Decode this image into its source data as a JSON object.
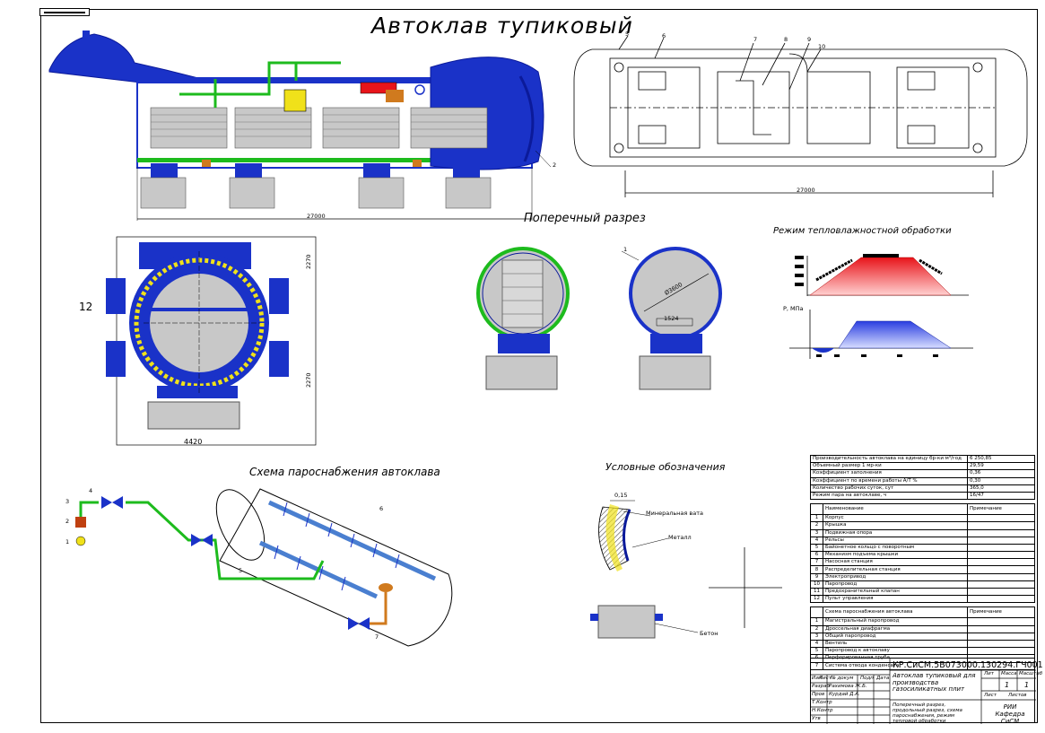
{
  "title": "Автоклав тупиковый",
  "sections": {
    "cross_section": "Поперечный разрез",
    "regime": "Режим тепловлажностной обработки",
    "steam_scheme": "Схема пароснабжения автоклава",
    "legend": "Условные обозначения"
  },
  "dimensions": {
    "length_side": "27000",
    "length_top": "27000",
    "width_end": "4420",
    "height_a": "2270",
    "height_b": "2270",
    "diameter": "Ø3600",
    "rail": "1524",
    "insulation": "0,15"
  },
  "callouts": {
    "c1": "1",
    "c2": "2",
    "c5": "5",
    "c6": "6",
    "c7": "7",
    "c8": "8",
    "c9": "9",
    "c10": "10",
    "c12": "12",
    "s1": "1",
    "s2": "2",
    "s3": "3",
    "s4": "4",
    "s5": "5",
    "s6": "6",
    "s7": "7"
  },
  "regime_axes": {
    "p_label": "P, МПа"
  },
  "legend_items": {
    "mineral": "Минеральная вата",
    "metal": "Металл",
    "concrete": "Бетон"
  },
  "spec": {
    "performance_rows": [
      [
        "Производительность автоклава на единицу бр-ки м³/год",
        "6 250,85"
      ],
      [
        "Объемный размер 1 мр-ки",
        "29,59"
      ],
      [
        "Коэффициент заполнения",
        "0,36"
      ],
      [
        "Коэффициент по времени работы А/Т %",
        "0,30"
      ],
      [
        "Количество рабочих суток, сут",
        "365,0"
      ],
      [
        "Режим пара на автоклаве, ч",
        "16/47"
      ]
    ],
    "table1_header": {
      "num": "",
      "name": "Наименование",
      "note": "Примечание"
    },
    "table1_rows": [
      [
        "1",
        "Корпус"
      ],
      [
        "2",
        "Крышка"
      ],
      [
        "3",
        "Подвижная опора"
      ],
      [
        "4",
        "Рельсы"
      ],
      [
        "5",
        "Байонетное кольцо с поворотным"
      ],
      [
        "6",
        "Механизм подъема крышки"
      ],
      [
        "7",
        "Насосная станция"
      ],
      [
        "8",
        "Распределительная станция"
      ],
      [
        "9",
        "Электропривод"
      ],
      [
        "10",
        "Паропровод"
      ],
      [
        "11",
        "Предохранительный клапан"
      ],
      [
        "12",
        "Пульт управления"
      ]
    ],
    "table2_header": {
      "num": "",
      "name": "Схема пароснабжения автоклава",
      "note": "Примечание"
    },
    "table2_rows": [
      [
        "1",
        "Магистральный паропровод"
      ],
      [
        "2",
        "Дроссельная диафрагма"
      ],
      [
        "3",
        "Общий паропровод"
      ],
      [
        "4",
        "Вентиль"
      ],
      [
        "5",
        "Паропровод к автоклаву"
      ],
      [
        "6",
        "Перфорированная труба"
      ],
      [
        "7",
        "Система отвода конденсата"
      ]
    ]
  },
  "title_block": {
    "code": "КР.СиСМ.5В073000.130294.ГЧ001",
    "name": "Автоклав тупиковый для производства газосиликатных плит",
    "subtitle": "Поперечный разрез, продольный разрез, схема пароснабжения, режим тепловой обработки",
    "org_top": "РИИ",
    "org_bottom": "Кафедра СиСМ",
    "rows": [
      [
        "Изм",
        "Лист",
        "№ докум",
        "Подп",
        "Дата"
      ],
      [
        "Разраб",
        "Рахимова Ж.Б."
      ],
      [
        "Пров",
        "Курдай Д.А."
      ],
      [
        "Т.Контр",
        ""
      ],
      [
        "Н.Контр",
        ""
      ],
      [
        "Утв",
        ""
      ]
    ],
    "lit": "Лит",
    "mass": "Масса",
    "scale": "Масштаб",
    "sheet_num": "1",
    "sheet_total": "1",
    "sheet_label": "Лист",
    "sheets_label": "Листов"
  },
  "colors": {
    "blue": "#1a32c8",
    "dark_blue": "#0b1a9a",
    "green": "#1dbb1d",
    "yellow": "#f0e11a",
    "red": "#e8141a",
    "steel": "#4a7fd0",
    "orange": "#d07a1e",
    "grey": "#c8c8c8"
  }
}
